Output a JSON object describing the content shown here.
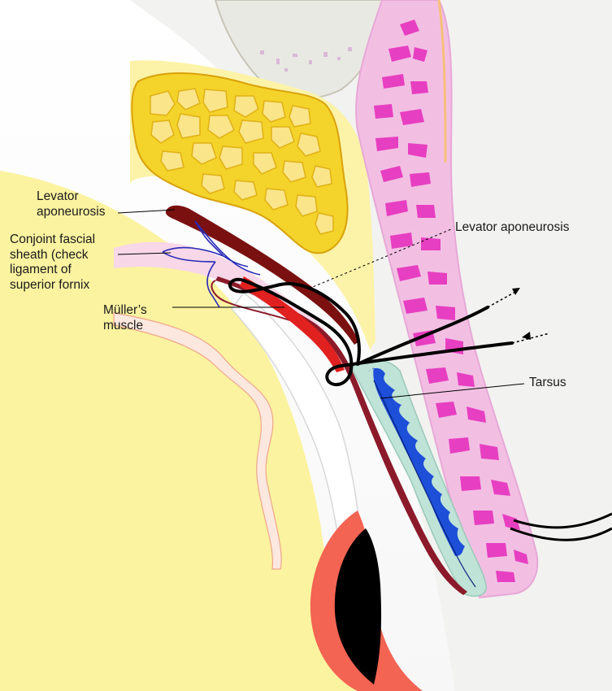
{
  "labels": {
    "levator_left": [
      "Levator",
      "aponeurosis"
    ],
    "conjoint": [
      "Conjoint fascial",
      "sheath (check",
      "ligament of",
      "superior fornix"
    ],
    "muller": [
      "Müller’s",
      "muscle"
    ],
    "levator_right": "Levator aponeurosis",
    "tarsus": "Tarsus"
  },
  "colors": {
    "orbital_fat": "#f4d32a",
    "fat_outline": "#d9a20b",
    "orbital_roof_bone": "#e9e9e4",
    "orbicularis_pink": "#f2bfe3",
    "orbicularis_fibres": "#e73fc1",
    "tarsus": "#bfe3d7",
    "tarsal_glands": "#1d4fd8",
    "levator": "#7a1010",
    "muller_muscle": "#e0211f",
    "conjunctiva": "#8b1a2a",
    "sclera_yellow": "#fbf3a0",
    "iris": "#f36452",
    "pupil": "#000000",
    "suture": "#000000",
    "fascia_blue": "#2a2ab8"
  }
}
